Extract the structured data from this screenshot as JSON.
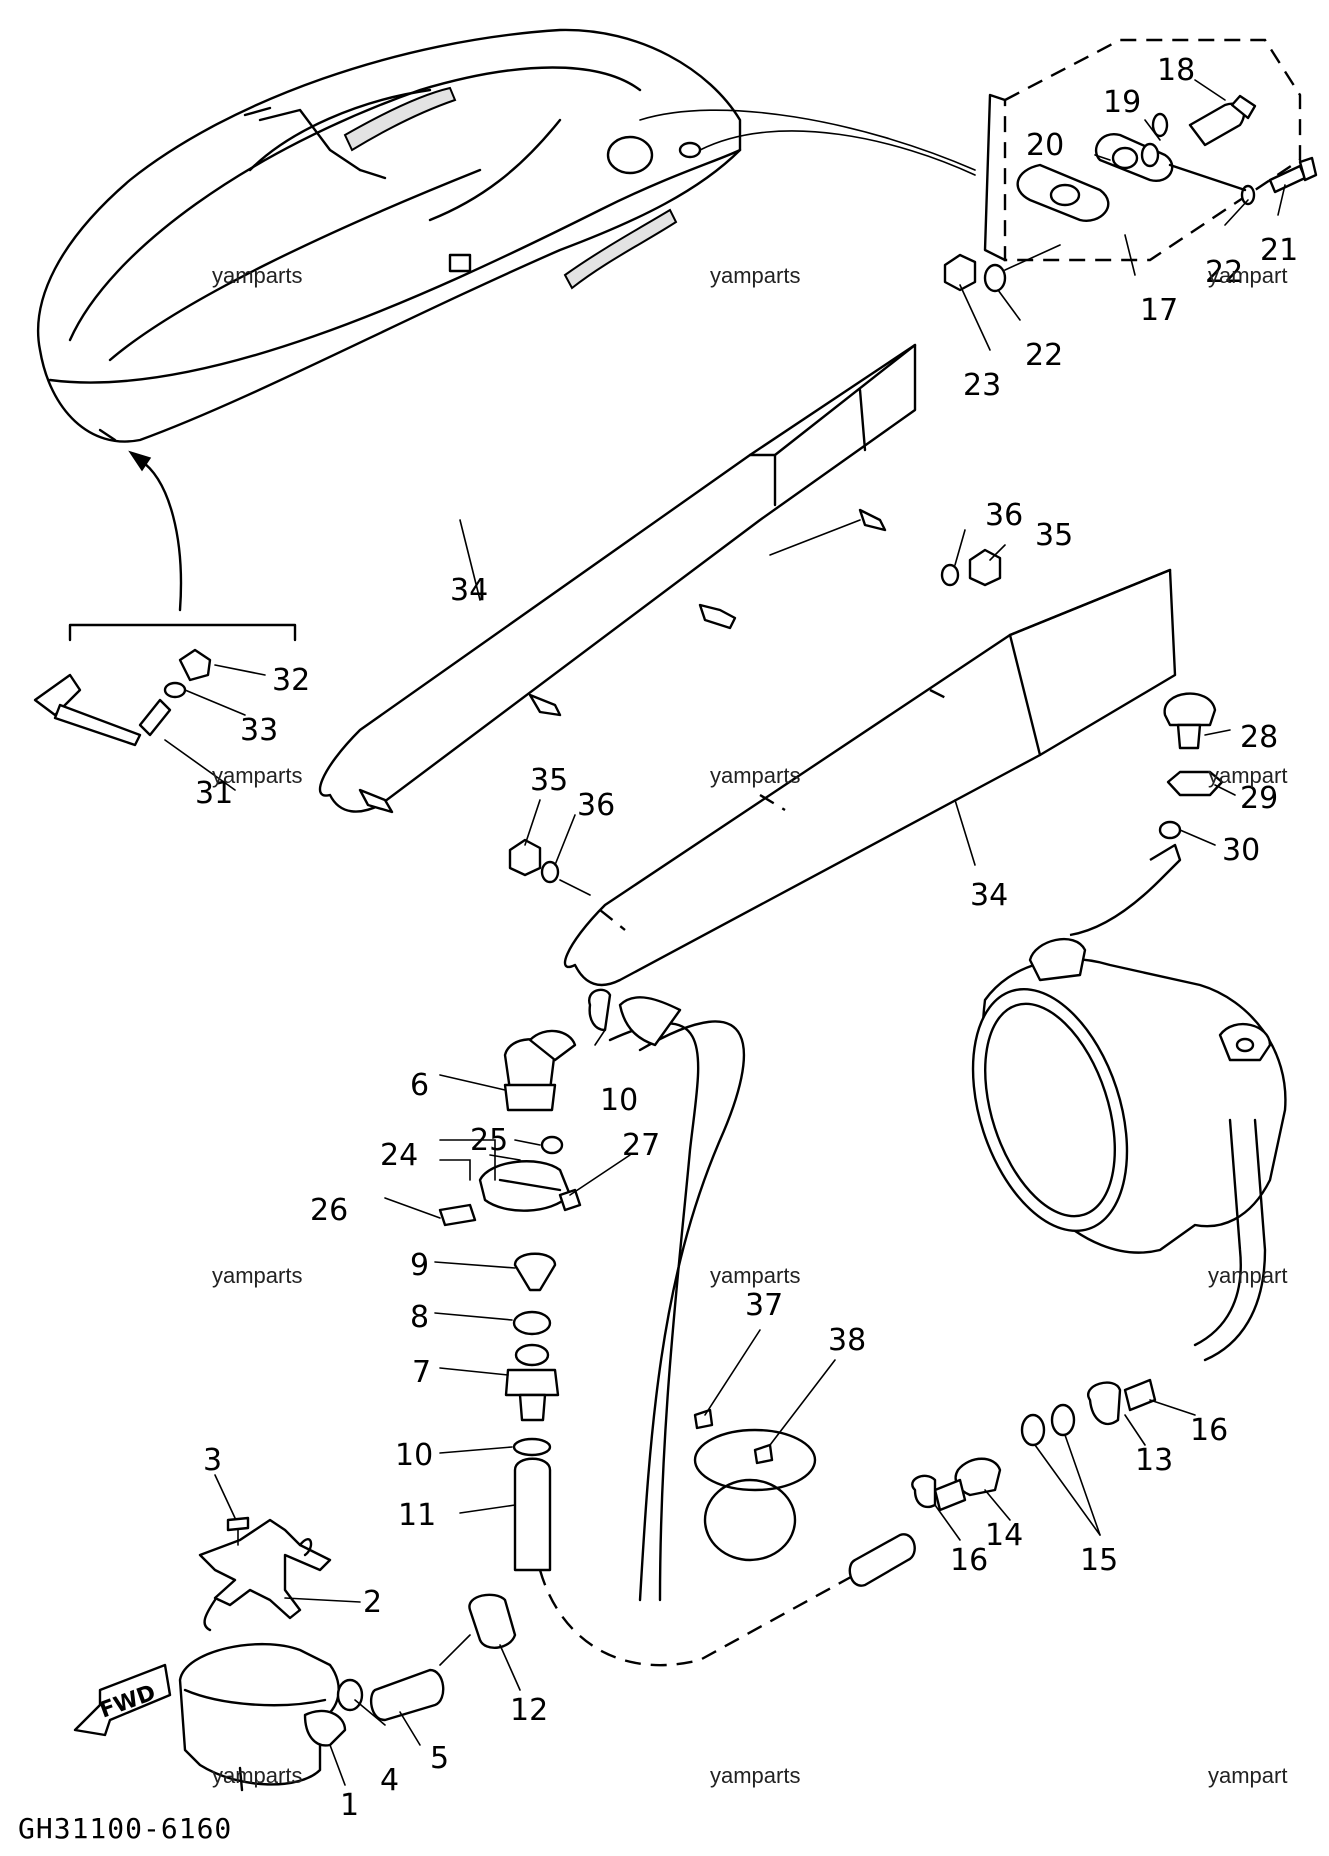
{
  "diagram_code": "GH31100-6160",
  "fwd_label": "FWD",
  "watermarks": {
    "w1": "yamparts",
    "w2": "yamparts",
    "w3": "yampart",
    "w4": "yamparts",
    "w5": "yamparts",
    "w6": "yampart",
    "w7": "yamparts",
    "w8": "yamparts",
    "w9": "yampart",
    "w10": "yamparts",
    "w11": "yamparts",
    "w12": "yampart"
  },
  "callouts": {
    "c1": "1",
    "c2": "2",
    "c3": "3",
    "c4": "4",
    "c5": "5",
    "c6": "6",
    "c7": "7",
    "c8": "8",
    "c9": "9",
    "c10a": "10",
    "c10b": "10",
    "c11": "11",
    "c12": "12",
    "c13": "13",
    "c14": "14",
    "c15": "15",
    "c16a": "16",
    "c16b": "16",
    "c17": "17",
    "c18": "18",
    "c19": "19",
    "c20": "20",
    "c21": "21",
    "c22a": "22",
    "c22b": "22",
    "c23": "23",
    "c24": "24",
    "c25": "25",
    "c26": "26",
    "c27": "27",
    "c28": "28",
    "c29": "29",
    "c30": "30",
    "c31": "31",
    "c32": "32",
    "c33": "33",
    "c34a": "34",
    "c34b": "34",
    "c35a": "35",
    "c35b": "35",
    "c36a": "36",
    "c36b": "36",
    "c37": "37",
    "c38": "38"
  }
}
